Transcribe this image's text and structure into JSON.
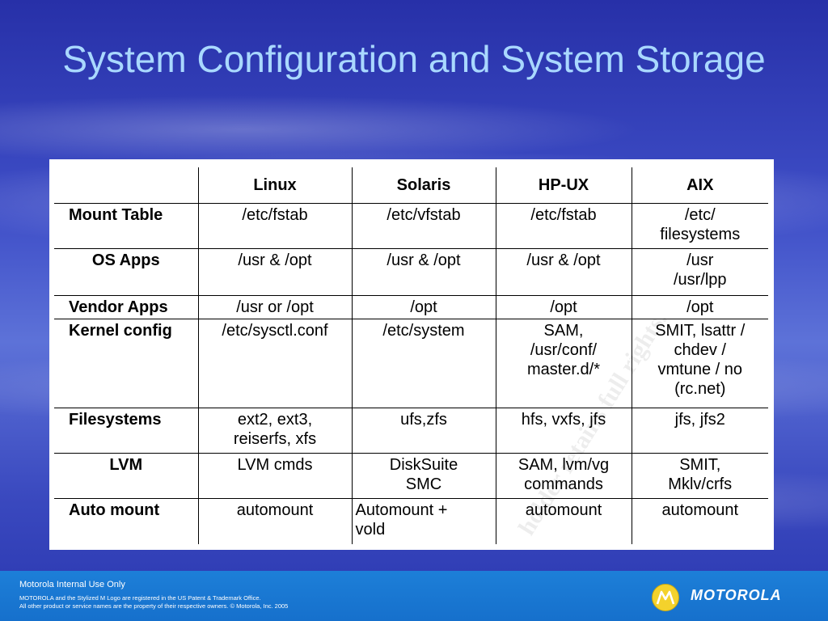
{
  "title": "System Configuration and System Storage",
  "table": {
    "headers": [
      "",
      "Linux",
      "Solaris",
      "HP-UX",
      "AIX"
    ],
    "rows": [
      {
        "label": "Mount Table",
        "cells": [
          "/etc/fstab",
          "/etc/vfstab",
          "/etc/fstab",
          "/etc/\nfilesystems"
        ]
      },
      {
        "label": "OS Apps",
        "cells": [
          "/usr & /opt",
          "/usr & /opt",
          "/usr & /opt",
          "/usr\n/usr/lpp"
        ]
      },
      {
        "label": "Vendor Apps",
        "cells": [
          "/usr or /opt",
          "/opt",
          "/opt",
          "/opt"
        ]
      },
      {
        "label": "Kernel config",
        "cells": [
          "/etc/sysctl.conf",
          "/etc/system",
          "SAM,\n/usr/conf/\nmaster.d/*",
          "SMIT, lsattr /\nchdev /\nvmtune / no\n(rc.net)"
        ]
      },
      {
        "label": "Filesystems",
        "cells": [
          "ext2, ext3,\nreiserfs, xfs",
          "ufs,zfs",
          "hfs, vxfs, jfs",
          "jfs, jfs2"
        ]
      },
      {
        "label": "LVM",
        "cells": [
          "LVM cmds",
          "DiskSuite\nSMC",
          "SAM, lvm/vg\ncommands",
          "SMIT,\nMklv/crfs"
        ]
      },
      {
        "label": "Auto mount",
        "cells": [
          "automount",
          "Automount +\nvold",
          "automount",
          "automount"
        ]
      }
    ]
  },
  "watermark": "holder retains full rights.",
  "footer": {
    "internal": "Motorola Internal Use Only",
    "legal_line1": "MOTOROLA and the Stylized M Logo are registered in the US Patent & Trademark Office.",
    "legal_line2": "All other product or service names are the property of their respective owners. © Motorola, Inc. 2005",
    "brand": "MOTOROLA"
  },
  "colors": {
    "title": "#a9d8ff",
    "footer": "#1d7fd8",
    "logo": "#f4d22c"
  },
  "icons": {
    "logo": "motorola-m-logo-icon"
  }
}
